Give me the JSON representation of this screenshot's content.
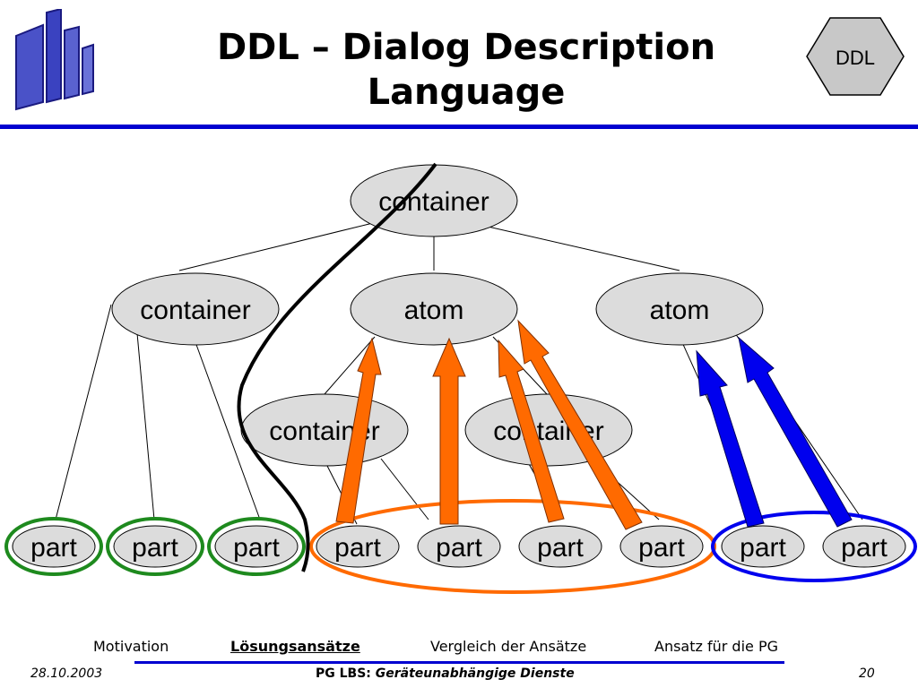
{
  "slide": {
    "title_line1": "DDL – Dialog Description",
    "title_line2": "Language",
    "badge": "DDL"
  },
  "diagram": {
    "nodes": {
      "root": "container",
      "l1_container": "container",
      "l1_atom_mid": "atom",
      "l1_atom_right": "atom",
      "l2_container_left": "container",
      "l2_container_right": "container"
    },
    "parts": [
      "part",
      "part",
      "part",
      "part",
      "part",
      "part",
      "part",
      "part",
      "part"
    ]
  },
  "nav": {
    "items": [
      "Motivation",
      "Lösungsansätze",
      "Vergleich der Ansätze",
      "Ansatz für die PG"
    ],
    "active_index": 1
  },
  "footer": {
    "date": "28.10.2003",
    "label": "PG LBS:",
    "subtitle": "Geräteunabhängige Dienste",
    "page": "20"
  },
  "colors": {
    "accent": "#0000d0",
    "node_fill": "#dcdcdc",
    "green": "#1e8a1e",
    "orange": "#ff6a00",
    "blue": "#0000ee"
  }
}
